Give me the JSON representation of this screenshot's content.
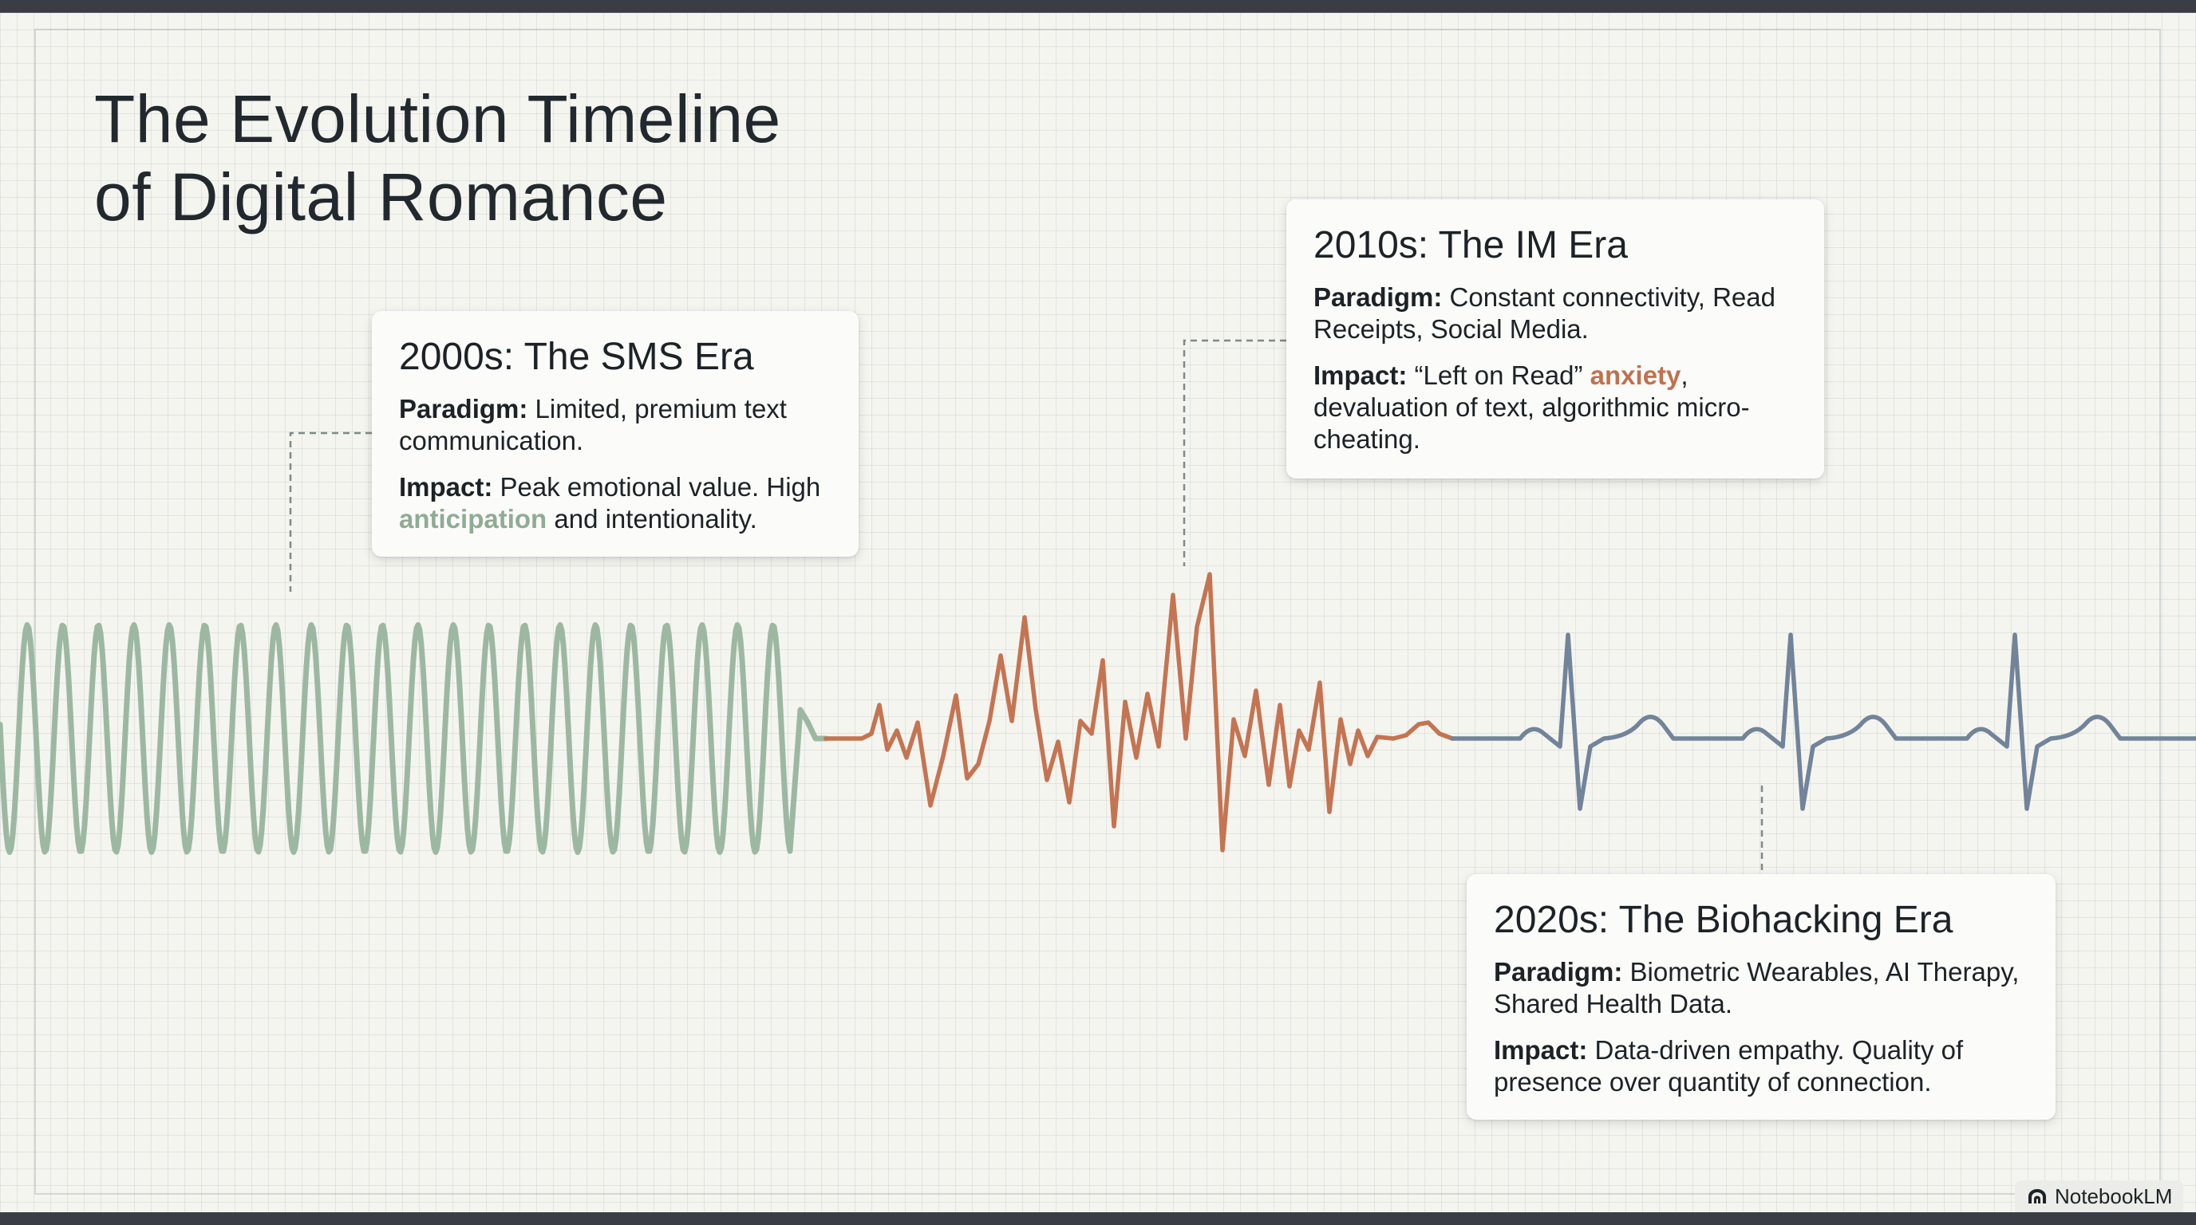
{
  "title": {
    "line1": "The Evolution Timeline",
    "line2": "of Digital Romance"
  },
  "eras": [
    {
      "heading": "2000s: The SMS Era",
      "paradigm_label": "Paradigm:",
      "paradigm_text": "Limited, premium text communication.",
      "impact_label": "Impact:",
      "impact_pre": "Peak emotional value. High",
      "impact_highlight": "anticipation",
      "impact_post": "and intentionality.",
      "highlight_color": "#8fac94",
      "wave_color": "#9db8a2"
    },
    {
      "heading": "2010s: The IM Era",
      "paradigm_label": "Paradigm:",
      "paradigm_text": "Constant connectivity, Read Receipts, Social Media.",
      "impact_label": "Impact:",
      "impact_pre": "“Left on Read”",
      "impact_highlight": "anxiety",
      "impact_post": ", devaluation of text, algorithmic micro-cheating.",
      "highlight_color": "#c0714e",
      "wave_color": "#c57452"
    },
    {
      "heading": "2020s: The Biohacking Era",
      "paradigm_label": "Paradigm:",
      "paradigm_text": "Biometric Wearables, AI Therapy, Shared Health Data.",
      "impact_label": "Impact:",
      "impact_pre": "Data-driven empathy. Quality of presence over quantity of connection.",
      "impact_highlight": "",
      "impact_post": "",
      "highlight_color": "",
      "wave_color": "#72849a"
    }
  ],
  "badge": {
    "label": "NotebookLM",
    "icon": "notebooklm-logo-icon"
  }
}
